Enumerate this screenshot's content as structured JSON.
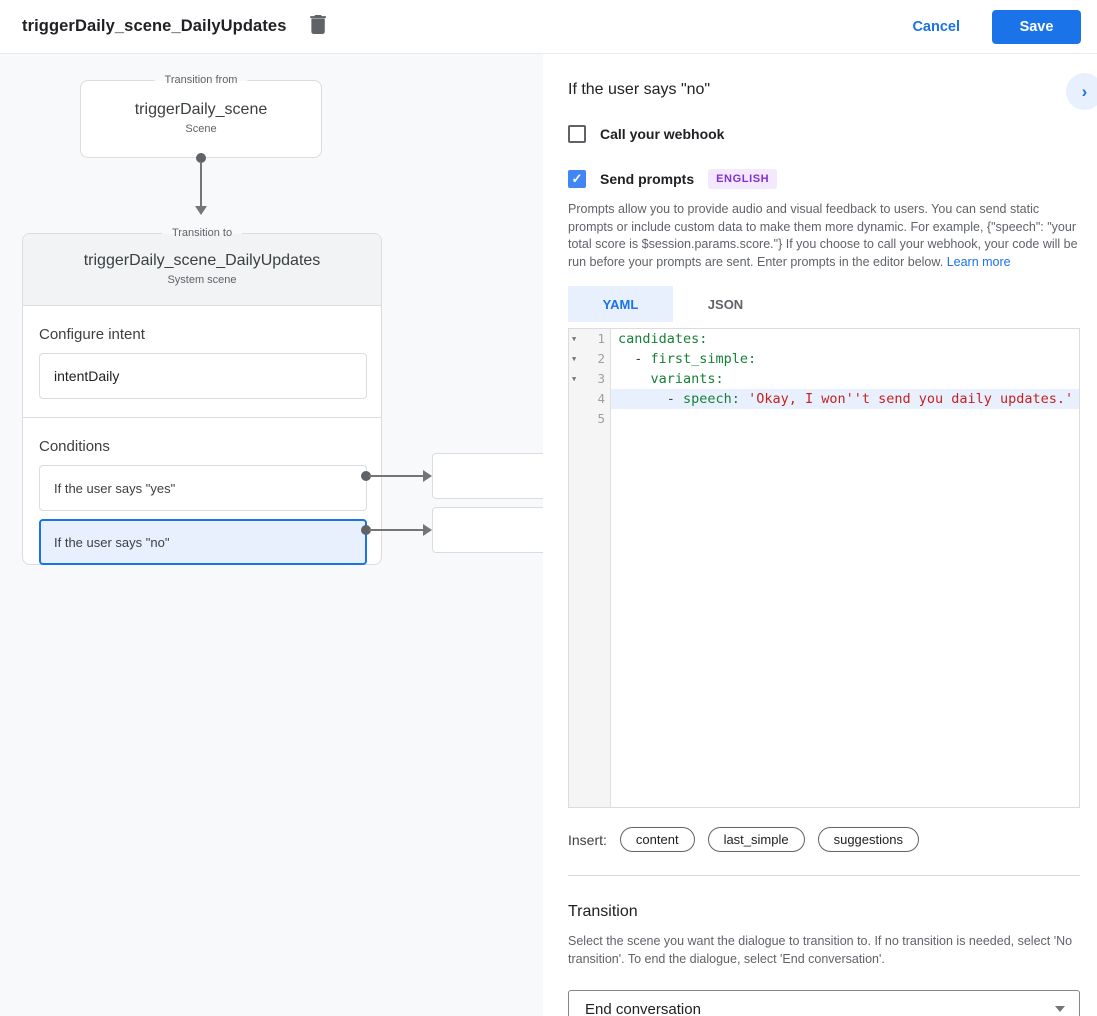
{
  "header": {
    "title": "triggerDaily_scene_DailyUpdates",
    "cancel_label": "Cancel",
    "save_label": "Save"
  },
  "diagram": {
    "from_card": {
      "legend": "Transition from",
      "title": "triggerDaily_scene",
      "subtitle": "Scene"
    },
    "to_card": {
      "legend": "Transition to",
      "title": "triggerDaily_scene_DailyUpdates",
      "subtitle": "System scene",
      "configure_intent_label": "Configure intent",
      "intent_value": "intentDaily",
      "conditions_label": "Conditions",
      "conditions": [
        {
          "label": "If the user says \"yes\"",
          "selected": false
        },
        {
          "label": "If the user says \"no\"",
          "selected": true
        }
      ]
    }
  },
  "panel": {
    "title": "If the user says \"no\"",
    "collapse_icon": "chevron-right",
    "webhook": {
      "label": "Call your webhook",
      "checked": false
    },
    "prompts": {
      "label": "Send prompts",
      "checked": true,
      "check_glyph": "✓",
      "language_badge": "ENGLISH"
    },
    "description": "Prompts allow you to provide audio and visual feedback to users. You can send static prompts or include custom data to make them more dynamic. For example, {\"speech\": \"your total score is $session.params.score.\"} If you choose to call your webhook, your code will be run before your prompts are sent. Enter prompts in the editor below.",
    "learn_more_label": "Learn more",
    "tabs": [
      {
        "label": "YAML",
        "active": true
      },
      {
        "label": "JSON",
        "active": false
      }
    ],
    "editor": {
      "colors": {
        "key": "#188038",
        "string": "#c5221f",
        "punctuation": "#37474f",
        "active_line_bg": "#e8f0fe"
      },
      "lines": [
        {
          "number": "1",
          "foldable": true,
          "highlighted": false,
          "segments": [
            {
              "text": "candidates:",
              "type": "key"
            }
          ]
        },
        {
          "number": "2",
          "foldable": true,
          "highlighted": false,
          "segments": [
            {
              "text": "  - ",
              "type": "p"
            },
            {
              "text": "first_simple:",
              "type": "key"
            }
          ]
        },
        {
          "number": "3",
          "foldable": true,
          "highlighted": false,
          "segments": [
            {
              "text": "    ",
              "type": "p"
            },
            {
              "text": "variants:",
              "type": "key"
            }
          ]
        },
        {
          "number": "4",
          "foldable": false,
          "highlighted": true,
          "segments": [
            {
              "text": "      - ",
              "type": "p"
            },
            {
              "text": "speech:",
              "type": "key"
            },
            {
              "text": " ",
              "type": "p"
            },
            {
              "text": "'Okay, I won''t send you daily updates.'",
              "type": "str"
            }
          ]
        },
        {
          "number": "5",
          "foldable": false,
          "highlighted": false,
          "segments": []
        }
      ]
    },
    "insert": {
      "label": "Insert:",
      "chips": [
        "content",
        "last_simple",
        "suggestions"
      ]
    },
    "transition": {
      "title": "Transition",
      "description": "Select the scene you want the dialogue to transition to. If no transition is needed, select 'No transition'. To end the dialogue, select 'End conversation'.",
      "dropdown_value": "End conversation"
    }
  },
  "colors": {
    "accent_blue": "#1a73e8",
    "checkbox_blue": "#4285f4",
    "selection_bg": "#e8f0fe",
    "badge_purple": "#8430ce"
  }
}
